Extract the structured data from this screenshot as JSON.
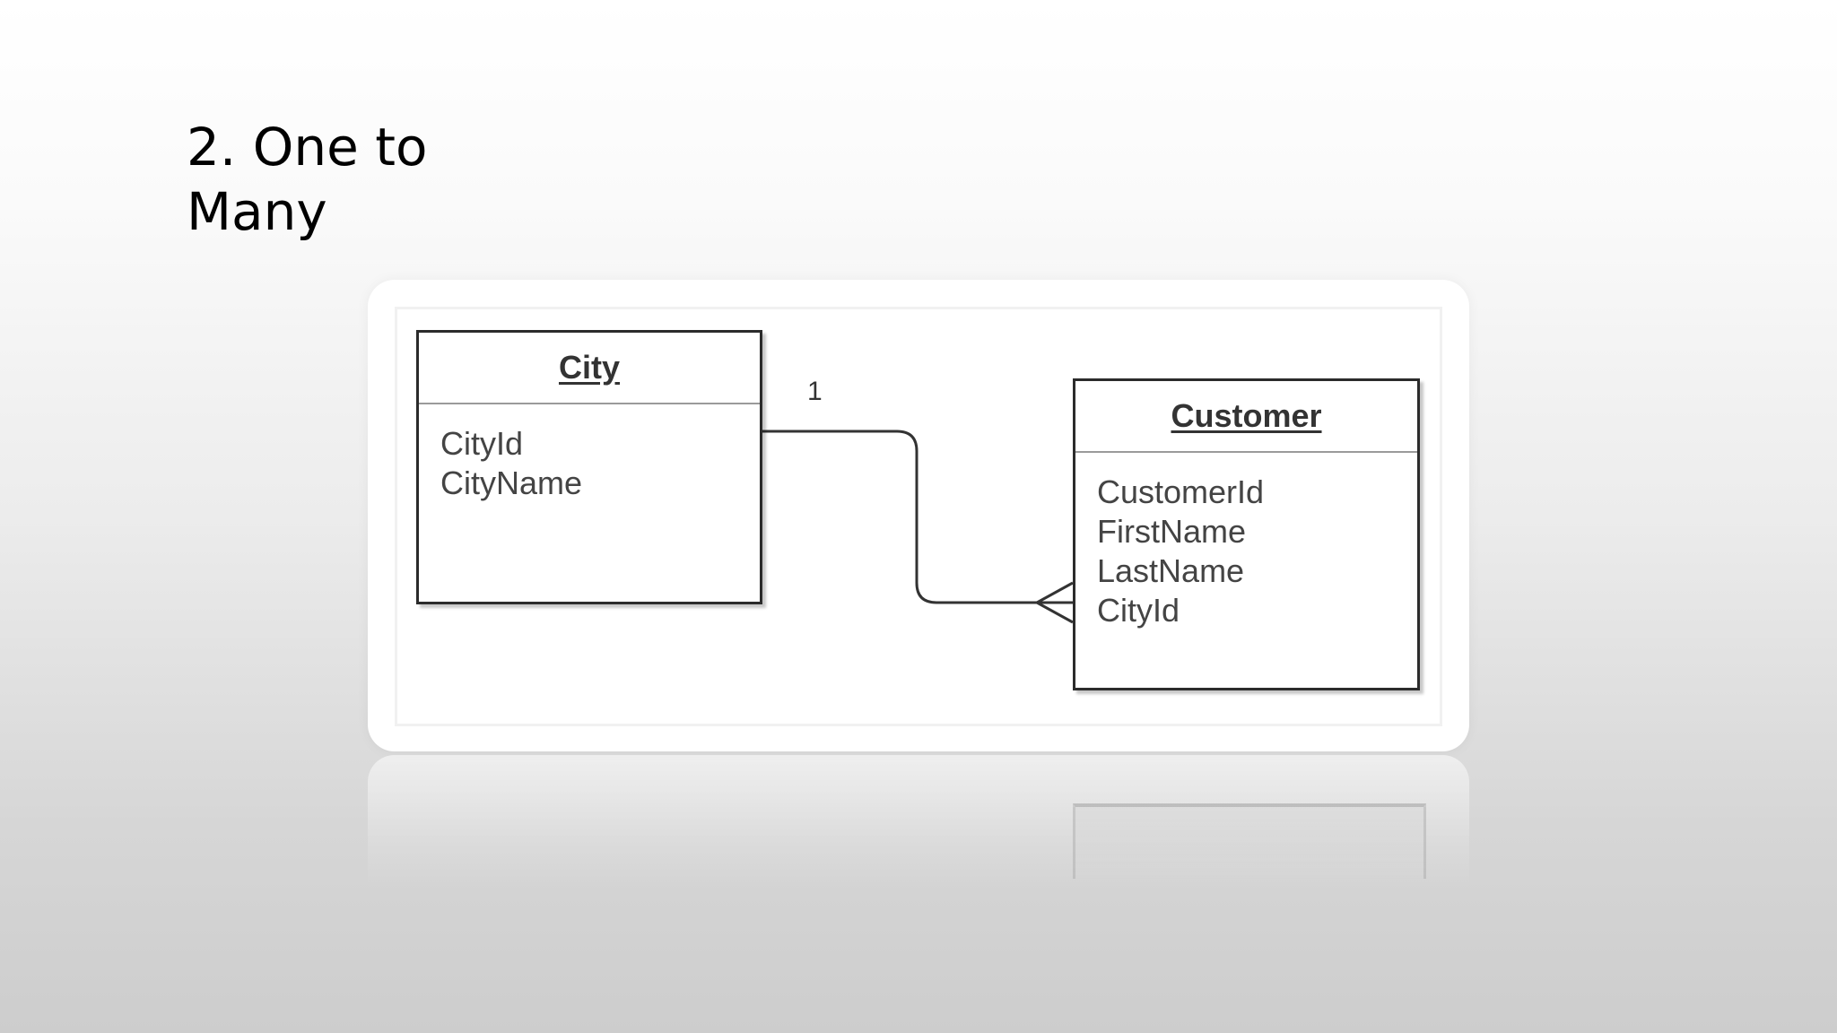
{
  "slide": {
    "title": "2. One to Many"
  },
  "diagram": {
    "entities": [
      {
        "name": "City",
        "attributes": [
          "CityId",
          "CityName"
        ]
      },
      {
        "name": "Customer",
        "attributes": [
          "CustomerId",
          "FirstName",
          "LastName",
          "CityId"
        ]
      }
    ],
    "relationship": {
      "one_side_label": "1",
      "from": "City",
      "to": "Customer",
      "many_side_notation": "crow-foot"
    }
  }
}
